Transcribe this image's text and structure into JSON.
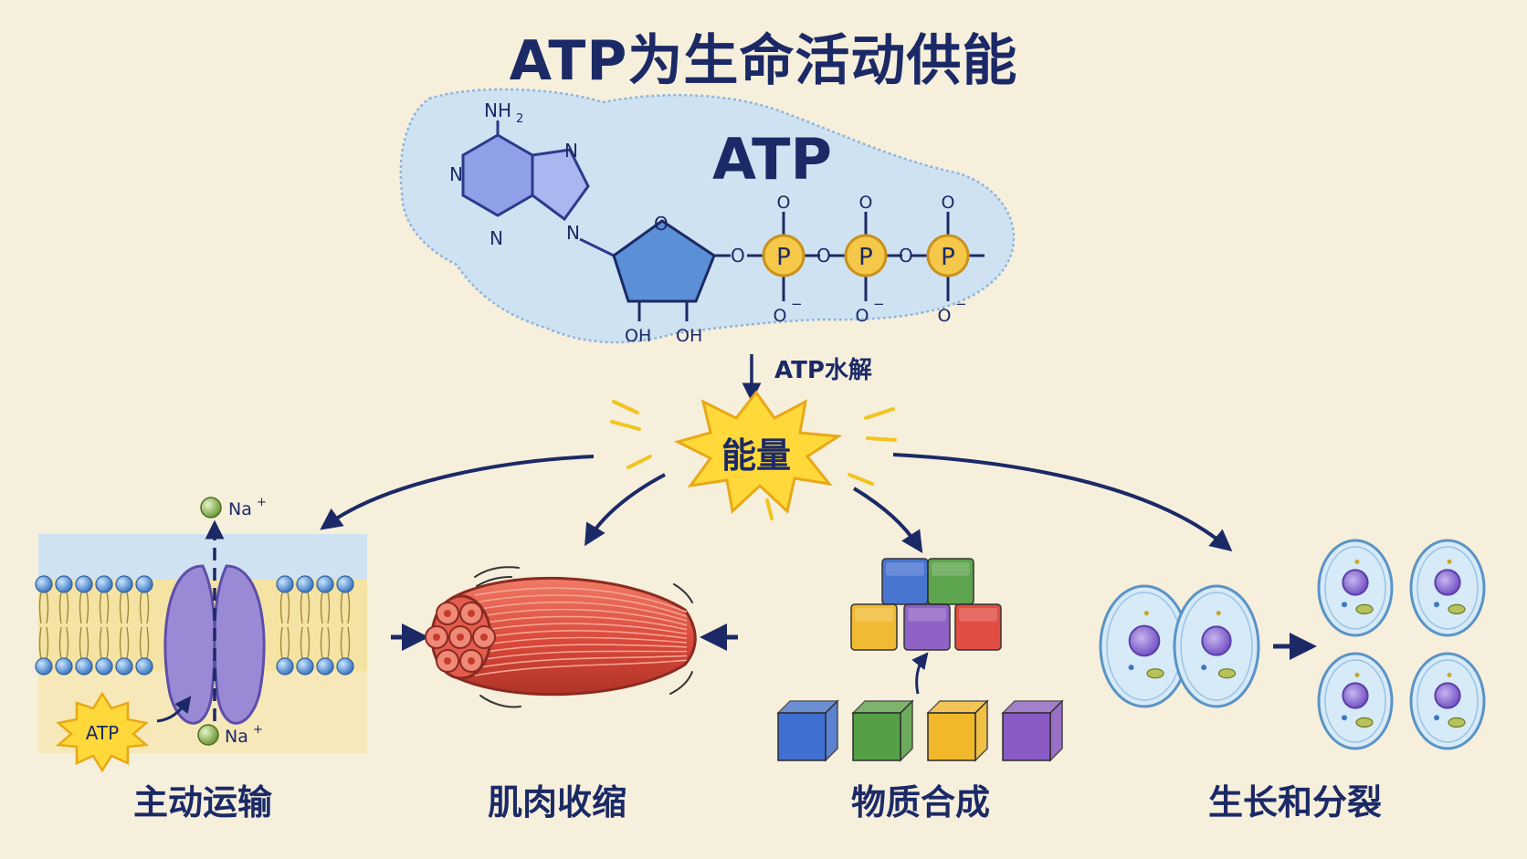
{
  "title": "ATP为生命活动供能",
  "molecule": {
    "label": "ATP",
    "amine": "NH",
    "amine_sub": "2",
    "ring_n": "N",
    "sugar_o": "O",
    "oh": "OH",
    "bridge_o": "O",
    "top_o": "O",
    "bottom_o": "O",
    "charge": "−",
    "phosphate": "P"
  },
  "hydrolysis_label": "ATP水解",
  "energy_label": "能量",
  "transport": {
    "ion": "Na",
    "ion_charge": "+",
    "atp_badge": "ATP"
  },
  "captions": {
    "active_transport": "主动运输",
    "muscle": "肌肉收缩",
    "synthesis": "物质合成",
    "growth": "生长和分裂"
  },
  "colors": {
    "navy": "#1b2a66",
    "sky": "#cfe2f2",
    "phosphate_fill": "#f5c84a",
    "ribose": "#5b8fd6",
    "adenine": "#7b8ee0",
    "energy_burst": "#ffd93a",
    "muscle_red": "#d94a3d",
    "protein_purple": "#9a8ad6"
  }
}
